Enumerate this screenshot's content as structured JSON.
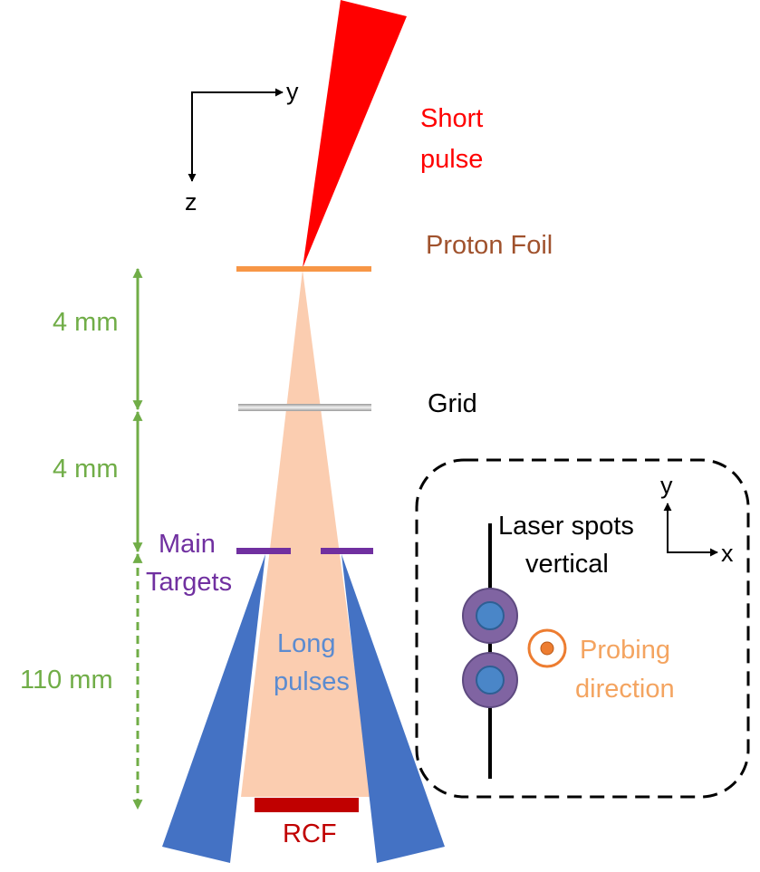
{
  "labels": {
    "short_pulse_1": "Short",
    "short_pulse_2": "pulse",
    "proton_foil": "Proton Foil",
    "grid": "Grid",
    "main_targets_1": "Main",
    "main_targets_2": "Targets",
    "long_pulses_1": "Long",
    "long_pulses_2": "pulses",
    "rcf": "RCF",
    "dist_1": "4 mm",
    "dist_2": "4 mm",
    "dist_3": "110 mm"
  },
  "axes_main": {
    "horizontal": "y",
    "vertical": "z"
  },
  "inset": {
    "laser_spots_1": "Laser spots",
    "laser_spots_2": "vertical",
    "probing_1": "Probing",
    "probing_2": "direction",
    "axis_vertical": "y",
    "axis_horizontal": "x"
  },
  "colors": {
    "short_pulse": "#ff0000",
    "proton_foil": "#f79646",
    "proton_foil_label": "#a0522d",
    "proton_beam": "#fbcdb0",
    "grid": "#cccccc",
    "main_targets": "#7030a0",
    "long_pulses": "#4472c4",
    "long_pulses_label": "#5b8bd0",
    "rcf": "#c00000",
    "distance": "#70ad47",
    "spot_outer": "#8064a2",
    "spot_inner": "#4a86c8",
    "probing": "#ed7d31",
    "probing_label": "#f4a460"
  }
}
